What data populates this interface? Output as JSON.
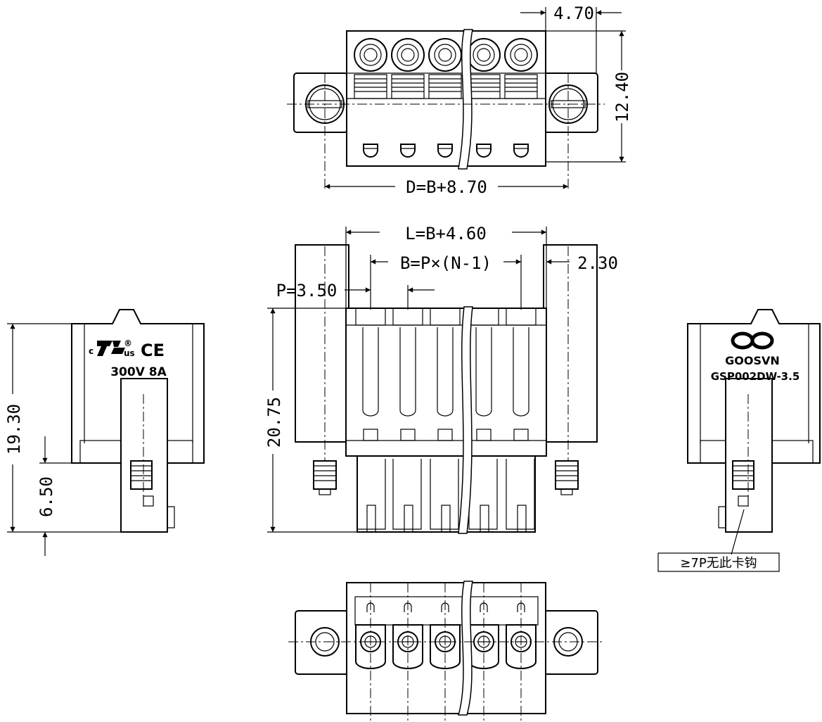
{
  "dimensions": {
    "pitch_offset": "4.70",
    "height_top": "12.40",
    "d_formula": "D=B+8.70",
    "l_formula": "L=B+4.60",
    "b_formula": "B=P×(N-1)",
    "side_margin": "2.30",
    "pitch": "P=3.50",
    "body_height": "20.75",
    "total_height": "19.30",
    "pin_length": "6.50"
  },
  "markings": {
    "ul_c": "c",
    "ul_us": "us",
    "ul_r": "®",
    "ce": "CE",
    "rating": "300V 8A",
    "brand": "GOOSVN",
    "part_number": "GSP002DW-3.5"
  },
  "callout_note": "≥7P无此卡钩",
  "icons": {
    "ul_logo": "ul-recognized-icon",
    "ce_logo": "ce-mark-icon",
    "brand_logo": "goosvn-logo-icon"
  }
}
